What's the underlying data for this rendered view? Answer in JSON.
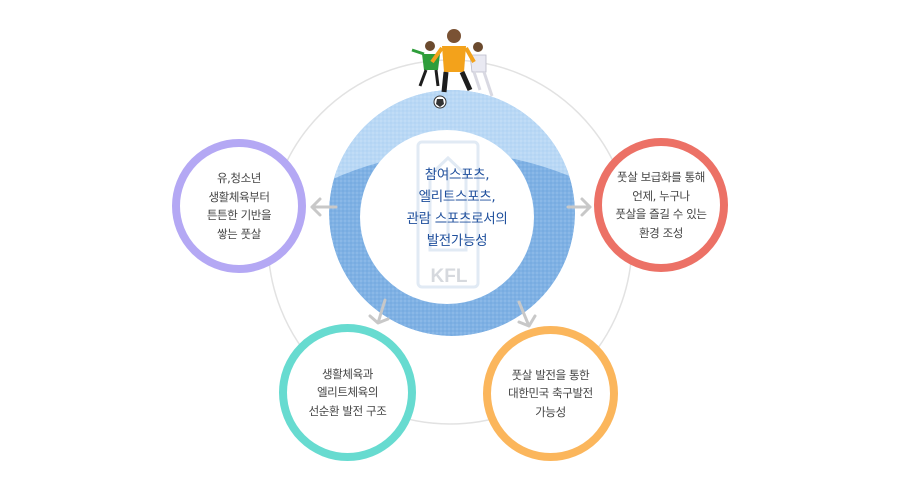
{
  "center": {
    "lines": [
      "참여스포츠,",
      "엘리트스포츠,",
      "관람 스포츠로서의",
      "발전가능성"
    ],
    "watermark": "KFL"
  },
  "nodes": {
    "left": {
      "lines": [
        "유,청소년",
        "생활체육부터",
        "튼튼한 기반을",
        "쌓는 풋살"
      ],
      "color": "#b4a8f4"
    },
    "right": {
      "lines": [
        "풋살 보급화를 통해",
        "언제, 누구나",
        "풋살을 즐길 수 있는",
        "환경 조성"
      ],
      "color": "#ec7166"
    },
    "bottom_left": {
      "lines": [
        "생활체육과",
        "엘리트체육의",
        "선순환 발전 구조"
      ],
      "color": "#67dbd0"
    },
    "bottom_right": {
      "lines": [
        "풋살 발전을 통한",
        "대한민국 축구발전",
        "가능성"
      ],
      "color": "#fbb65c"
    }
  },
  "icons": [
    "soccer-players-image",
    "arrow-left-icon",
    "arrow-right-icon",
    "arrow-down-left-icon",
    "arrow-down-right-icon"
  ],
  "colors": {
    "ring_light": "#b9d8f5",
    "ring_dark": "#7fb1e4",
    "center_text": "#1f4f9c",
    "arrow": "#c8c8c8"
  }
}
